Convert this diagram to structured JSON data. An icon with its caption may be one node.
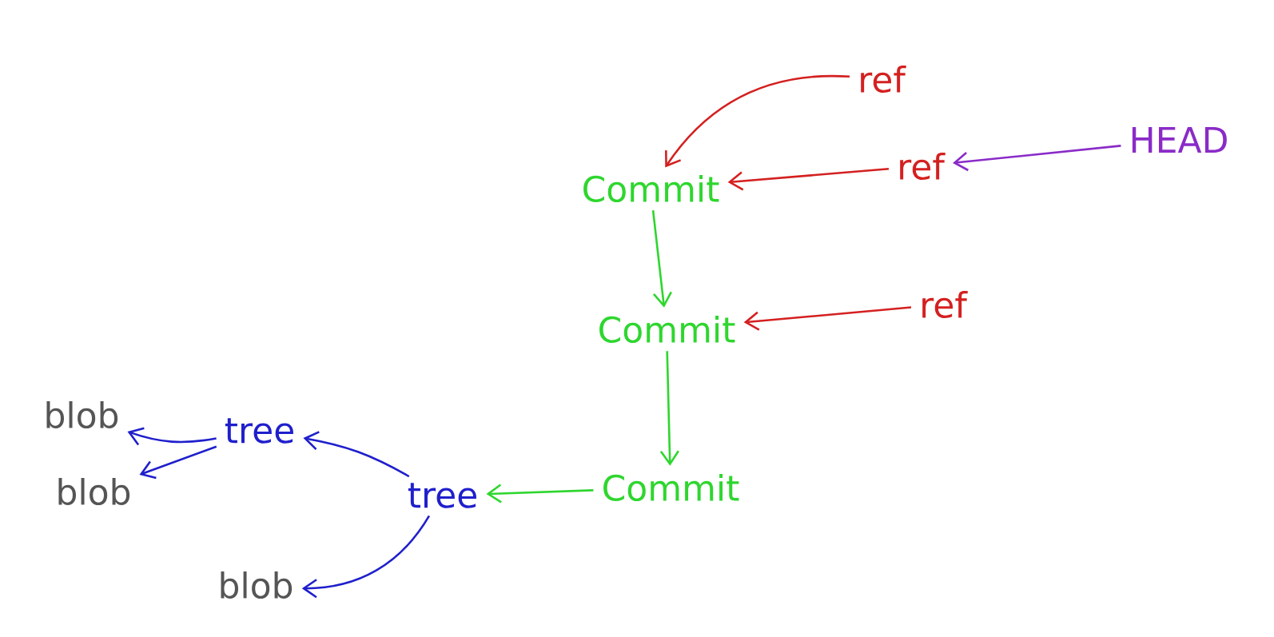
{
  "diagram": {
    "nodes": [
      {
        "text": [
          "ref"
        ]
      },
      {
        "text": [
          "HEAD"
        ]
      },
      {
        "text": [
          "ref"
        ]
      },
      {
        "text": [
          "Commit"
        ]
      },
      {
        "text": [
          "Commit"
        ]
      },
      {
        "text": [
          "ref"
        ]
      },
      {
        "text": [
          "blob"
        ]
      },
      {
        "text": [
          "tree"
        ]
      },
      {
        "text": [
          "tree"
        ]
      },
      {
        "text": [
          "Commit"
        ]
      },
      {
        "text": [
          "blob"
        ]
      },
      {
        "text": [
          "blob"
        ]
      }
    ],
    "edges": [
      {
        "from": 0,
        "to": 3,
        "arrow": "to",
        "color": "#d42020"
      },
      {
        "from": 2,
        "to": 3,
        "arrow": "to",
        "color": "#d42020"
      },
      {
        "from": 1,
        "to": 2,
        "arrow": "to",
        "color": "#8a2bc8"
      },
      {
        "from": 3,
        "to": 4,
        "arrow": "to",
        "color": "#2ed62e"
      },
      {
        "from": 5,
        "to": 4,
        "arrow": "to",
        "color": "#d42020"
      },
      {
        "from": 4,
        "to": 9,
        "arrow": "to",
        "color": "#2ed62e"
      },
      {
        "from": 9,
        "to": 8,
        "arrow": "to",
        "color": "#2ed62e"
      },
      {
        "from": 8,
        "to": 7,
        "arrow": "to",
        "color": "#1f1fcc"
      },
      {
        "from": 7,
        "to": 6,
        "arrow": "to",
        "color": "#1f1fcc"
      },
      {
        "from": 7,
        "to": 10,
        "arrow": "to",
        "color": "#1f1fcc"
      },
      {
        "from": 8,
        "to": 11,
        "arrow": "to",
        "color": "#1f1fcc"
      }
    ]
  }
}
